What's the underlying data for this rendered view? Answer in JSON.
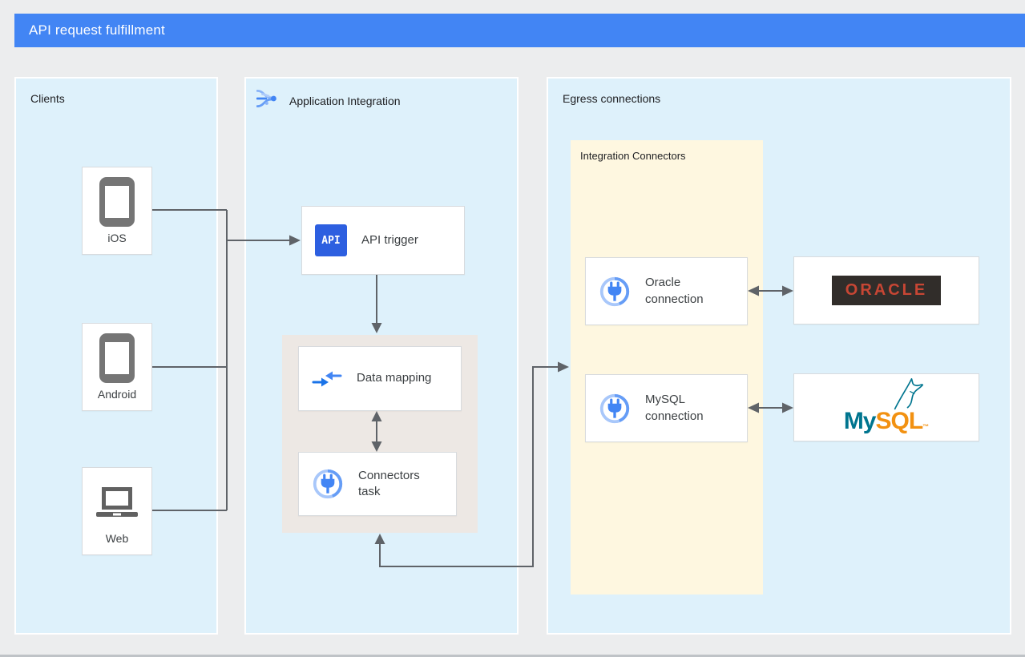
{
  "banner": {
    "title": "API request fulfillment"
  },
  "clients": {
    "label": "Clients",
    "items": [
      {
        "label": "iOS",
        "icon": "smartphone-icon"
      },
      {
        "label": "Android",
        "icon": "smartphone-icon"
      },
      {
        "label": "Web",
        "icon": "laptop-icon"
      }
    ]
  },
  "integration": {
    "label": "Application Integration",
    "api_trigger": {
      "icon_text": "API",
      "label": "API trigger"
    },
    "data_mapping": {
      "label": "Data mapping"
    },
    "connectors_task": {
      "label": "Connectors task"
    }
  },
  "egress": {
    "label": "Egress connections",
    "connectors_box": {
      "label": "Integration Connectors",
      "items": [
        {
          "label": "Oracle connection"
        },
        {
          "label": "MySQL connection"
        }
      ]
    },
    "oracle_logo": {
      "text": "ORACLE"
    },
    "mysql_logo": {
      "my": "My",
      "sql": "SQL",
      "tm": "™"
    }
  },
  "colors": {
    "banner_blue": "#4285F4",
    "panel_blue": "#DEF1FB",
    "box_gray": "#EDE8E4",
    "box_yellow": "#FEF7E0",
    "connector_line": "#5F6368",
    "api_icon_blue": "#2D5FE0",
    "google_blue": "#4285F4",
    "oracle_red": "#C74634",
    "oracle_dark": "#312D2A",
    "mysql_teal": "#00758F",
    "mysql_orange": "#F29111"
  }
}
